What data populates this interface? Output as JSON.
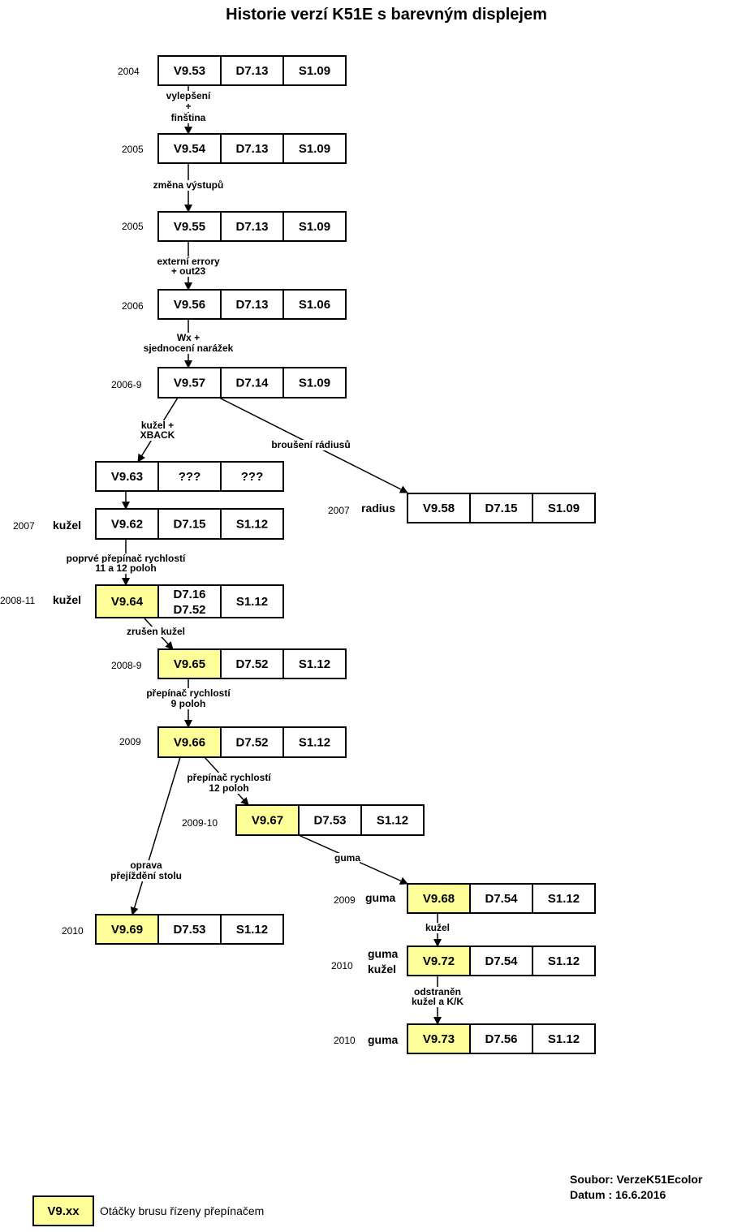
{
  "title": "Historie verzí K51E s barevným displejem",
  "colors": {
    "highlight": "#ffff99",
    "line": "#000000",
    "background": "#ffffff"
  },
  "rows": [
    {
      "id": "r1",
      "year": "2004",
      "tag": "",
      "cells": [
        {
          "text": "V9.53",
          "highlight": false
        },
        {
          "text": "D7.13"
        },
        {
          "text": "S1.09"
        }
      ]
    },
    {
      "id": "r2",
      "year": "2005",
      "tag": "",
      "cells": [
        {
          "text": "V9.54",
          "highlight": false
        },
        {
          "text": "D7.13"
        },
        {
          "text": "S1.09"
        }
      ]
    },
    {
      "id": "r3",
      "year": "2005",
      "tag": "",
      "cells": [
        {
          "text": "V9.55",
          "highlight": false
        },
        {
          "text": "D7.13"
        },
        {
          "text": "S1.09"
        }
      ]
    },
    {
      "id": "r4",
      "year": "2006",
      "tag": "",
      "cells": [
        {
          "text": "V9.56",
          "highlight": false
        },
        {
          "text": "D7.13"
        },
        {
          "text": "S1.06"
        }
      ]
    },
    {
      "id": "r5",
      "year": "2006-9",
      "tag": "",
      "cells": [
        {
          "text": "V9.57",
          "highlight": false
        },
        {
          "text": "D7.14"
        },
        {
          "text": "S1.09"
        }
      ]
    },
    {
      "id": "r6",
      "year": "",
      "tag": "",
      "cells": [
        {
          "text": "V9.63",
          "highlight": false
        },
        {
          "text": "???"
        },
        {
          "text": "???"
        }
      ]
    },
    {
      "id": "r7",
      "year": "2007",
      "tag": "radius",
      "cells": [
        {
          "text": "V9.58",
          "highlight": false
        },
        {
          "text": "D7.15"
        },
        {
          "text": "S1.09"
        }
      ]
    },
    {
      "id": "r8",
      "year": "2007",
      "tag": "kužel",
      "cells": [
        {
          "text": "V9.62",
          "highlight": false
        },
        {
          "text": "D7.15"
        },
        {
          "text": "S1.12"
        }
      ]
    },
    {
      "id": "r9",
      "year": "2008-11",
      "tag": "kužel",
      "cells": [
        {
          "text": "V9.64",
          "highlight": true
        },
        {
          "text": "D7.16",
          "text2": "D7.52"
        },
        {
          "text": "S1.12"
        }
      ]
    },
    {
      "id": "r10",
      "year": "2008-9",
      "tag": "",
      "cells": [
        {
          "text": "V9.65",
          "highlight": true
        },
        {
          "text": "D7.52"
        },
        {
          "text": "S1.12"
        }
      ]
    },
    {
      "id": "r11",
      "year": "2009",
      "tag": "",
      "cells": [
        {
          "text": "V9.66",
          "highlight": true
        },
        {
          "text": "D7.52"
        },
        {
          "text": "S1.12"
        }
      ]
    },
    {
      "id": "r12",
      "year": "2009-10",
      "tag": "",
      "cells": [
        {
          "text": "V9.67",
          "highlight": true
        },
        {
          "text": "D7.53"
        },
        {
          "text": "S1.12"
        }
      ]
    },
    {
      "id": "r13",
      "year": "2009",
      "tag": "guma",
      "cells": [
        {
          "text": "V9.68",
          "highlight": true
        },
        {
          "text": "D7.54"
        },
        {
          "text": "S1.12"
        }
      ]
    },
    {
      "id": "r14",
      "year": "2010",
      "tag": "",
      "cells": [
        {
          "text": "V9.69",
          "highlight": true
        },
        {
          "text": "D7.53"
        },
        {
          "text": "S1.12"
        }
      ]
    },
    {
      "id": "r15",
      "year": "2010",
      "tag": "guma",
      "tag2": "kužel",
      "cells": [
        {
          "text": "V9.72",
          "highlight": true
        },
        {
          "text": "D7.54"
        },
        {
          "text": "S1.12"
        }
      ]
    },
    {
      "id": "r16",
      "year": "2010",
      "tag": "guma",
      "cells": [
        {
          "text": "V9.73",
          "highlight": true
        },
        {
          "text": "D7.56"
        },
        {
          "text": "S1.12"
        }
      ]
    }
  ],
  "edges": [
    {
      "from": "r1",
      "to": "r2",
      "label": [
        "vylepšení",
        "+",
        "finština"
      ]
    },
    {
      "from": "r2",
      "to": "r3",
      "label": [
        "změna výstupů"
      ]
    },
    {
      "from": "r3",
      "to": "r4",
      "label": [
        "externí errory",
        "+ out23"
      ]
    },
    {
      "from": "r4",
      "to": "r5",
      "label": [
        "Wx +",
        "sjednocení narážek"
      ]
    },
    {
      "from": "r5",
      "to": "r6",
      "label": [
        "kužel  +",
        "XBACK"
      ]
    },
    {
      "from": "r5",
      "to": "r7",
      "label": [
        "broušení rádiusů"
      ]
    },
    {
      "from": "r6",
      "to": "r8",
      "label": []
    },
    {
      "from": "r8",
      "to": "r9",
      "label": [
        "poprvé přepínač rychlostí",
        "11 a 12 poloh"
      ]
    },
    {
      "from": "r9",
      "to": "r10",
      "label": [
        "zrušen kužel"
      ]
    },
    {
      "from": "r10",
      "to": "r11",
      "label": [
        "přepínač rychlostí",
        "9 poloh"
      ]
    },
    {
      "from": "r11",
      "to": "r12",
      "label": [
        "přepínač rychlostí",
        "12 poloh"
      ]
    },
    {
      "from": "r11",
      "to": "r14",
      "label": [
        "oprava",
        "přejíždění stolu"
      ]
    },
    {
      "from": "r12",
      "to": "r13",
      "label": [
        "guma"
      ]
    },
    {
      "from": "r13",
      "to": "r15",
      "label": [
        "kužel"
      ]
    },
    {
      "from": "r15",
      "to": "r16",
      "label": [
        "odstraněn",
        "kužel a K/K"
      ]
    }
  ],
  "info": {
    "line1": "Soubor: VerzeK51Ecolor",
    "line2": "Datum : 16.6.2016"
  },
  "legend": {
    "sample": "V9.xx",
    "text": "Otáčky brusu řízeny přepínačem"
  }
}
